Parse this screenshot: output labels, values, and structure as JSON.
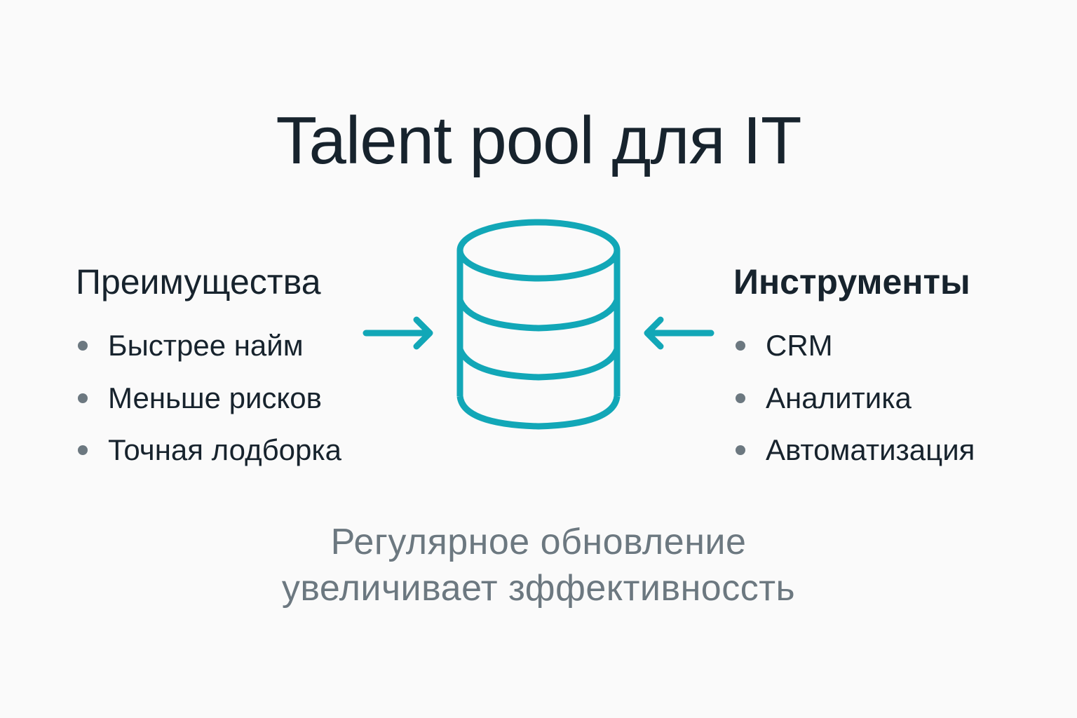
{
  "title": "Talent pool для IT",
  "left_column": {
    "heading": "Преимущества",
    "items": [
      {
        "label": "Быстрее найм"
      },
      {
        "label": "Меньше рисков"
      },
      {
        "label": "Точная лодборка"
      }
    ]
  },
  "right_column": {
    "heading": "Инструменты",
    "items": [
      {
        "label": "CRM"
      },
      {
        "label": "Аналитика"
      },
      {
        "label": "Автоматизация"
      }
    ]
  },
  "center_graphic": {
    "icon": "database-icon",
    "left_arrow": "arrow-right-icon",
    "right_arrow": "arrow-left-icon"
  },
  "footer": {
    "line1": "Регулярное обновление",
    "line2": "увеличивает зффективноссть"
  },
  "colors": {
    "background": "#fafafa",
    "text_primary": "#17232d",
    "text_secondary": "#6c7880",
    "accent": "#12a7b7",
    "bullet": "#6c7880"
  }
}
